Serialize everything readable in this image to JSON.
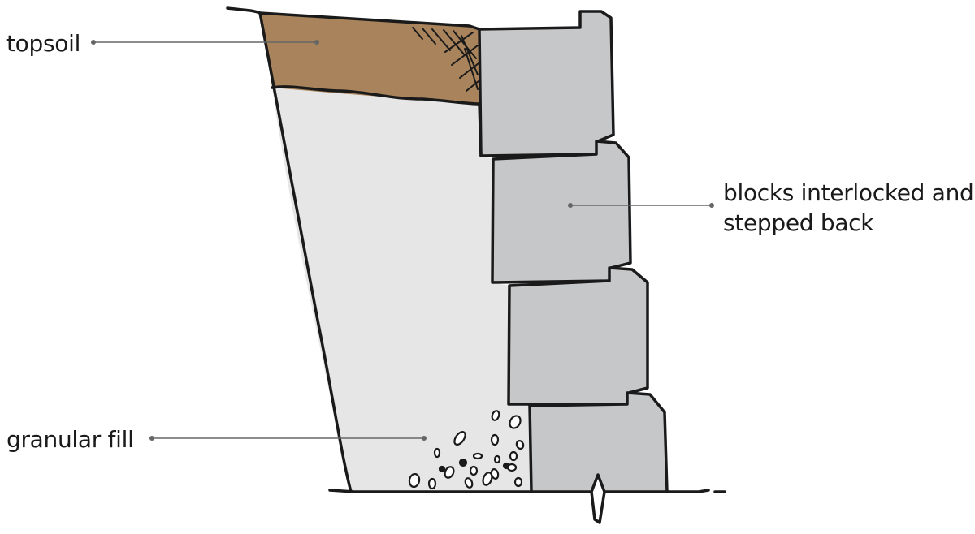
{
  "labels": {
    "topsoil": "topsoil",
    "blocks_line1": "blocks interlocked and",
    "blocks_line2": "stepped back",
    "granular_fill": "granular fill"
  },
  "colors": {
    "topsoil": "#a8835b",
    "backfill": "#e6e6e7",
    "blocks": "#c6c7c9",
    "outline": "#1a1a1a",
    "leader": "#666666",
    "text": "#1a1a1a"
  }
}
